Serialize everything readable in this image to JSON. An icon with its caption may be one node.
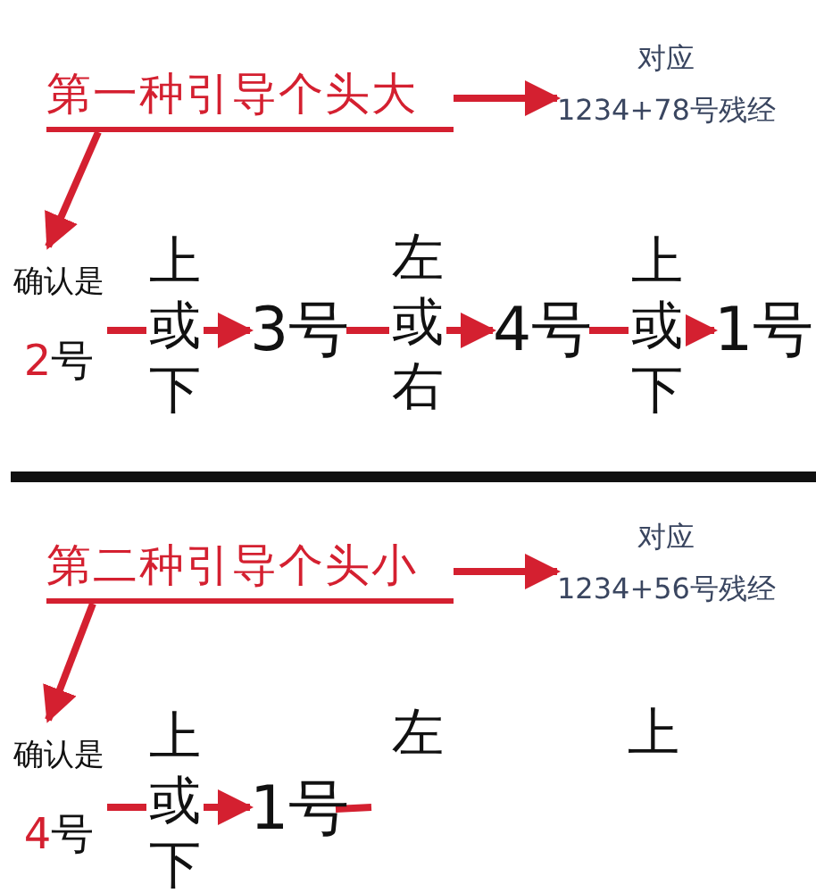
{
  "diagram": {
    "nodes": [
      {
        "text": [
          "第一种引导个头大"
        ]
      },
      {
        "text": [
          "对应",
          "1234+78号残经"
        ]
      },
      {
        "text": [
          "确认是",
          "2号"
        ]
      },
      {
        "text": [
          "3号"
        ]
      },
      {
        "text": [
          "4号"
        ]
      },
      {
        "text": [
          "1号"
        ]
      },
      {
        "text": [
          "第二种引导个头小"
        ]
      },
      {
        "text": [
          "对应",
          "1234+56号残经"
        ]
      },
      {
        "text": [
          "确认是",
          "4号"
        ]
      },
      {
        "text": [
          "1号"
        ]
      }
    ],
    "edges": [
      {
        "from": 0,
        "to": 1,
        "arrow": "to"
      },
      {
        "from": 0,
        "to": 2,
        "arrow": "to"
      },
      {
        "from": 2,
        "to": 3,
        "arrow": "to",
        "label": "上或下"
      },
      {
        "from": 3,
        "to": 4,
        "arrow": "to",
        "label": "左或右"
      },
      {
        "from": 4,
        "to": 5,
        "arrow": "to",
        "label": "上或下"
      },
      {
        "from": 6,
        "to": 7,
        "arrow": "to"
      },
      {
        "from": 6,
        "to": 8,
        "arrow": "to"
      },
      {
        "from": 8,
        "to": 9,
        "arrow": "to",
        "label": "上或下"
      },
      {
        "from": 9,
        "to": null,
        "arrow": "none"
      }
    ],
    "labels": [
      "左",
      "上"
    ]
  }
}
